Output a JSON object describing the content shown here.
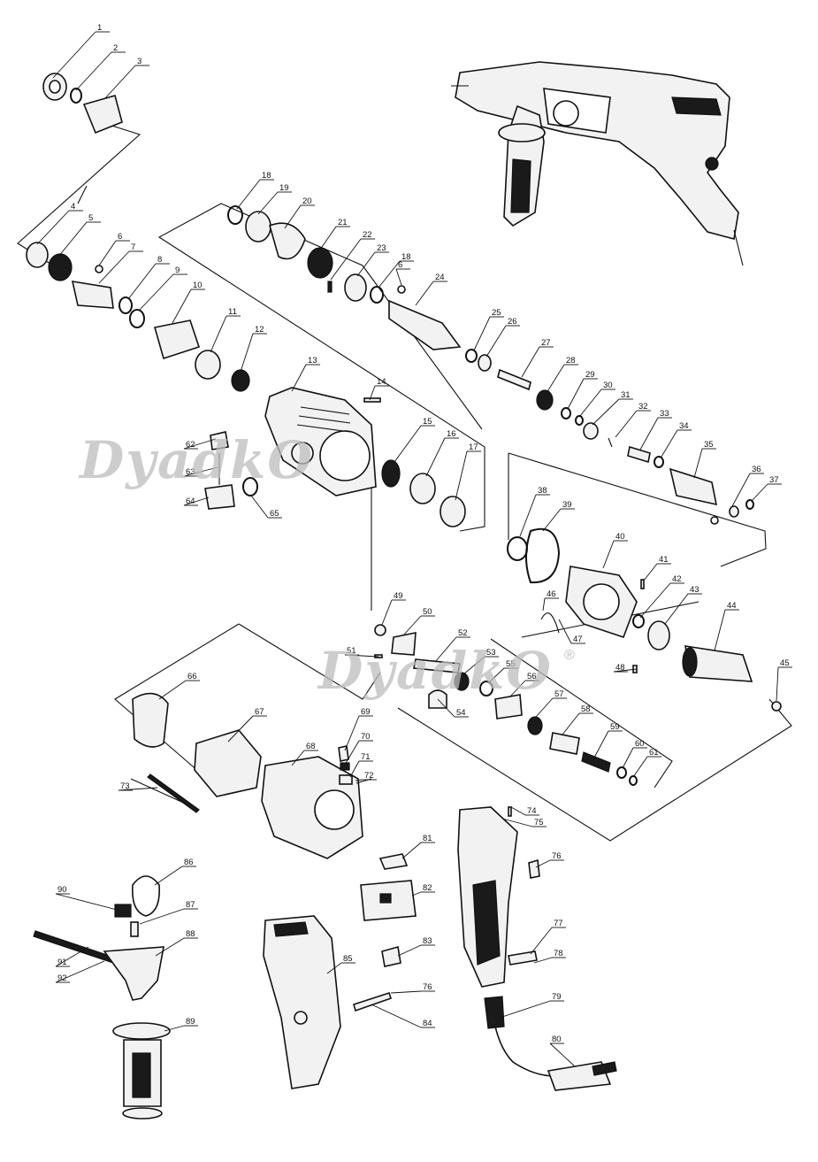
{
  "watermark": {
    "text": "DyadkO",
    "registered_mark": "®"
  },
  "part_numbers": [
    "1",
    "2",
    "3",
    "4",
    "5",
    "6",
    "7",
    "8",
    "9",
    "10",
    "11",
    "12",
    "13",
    "14",
    "15",
    "16",
    "17",
    "18",
    "19",
    "20",
    "21",
    "22",
    "23",
    "18",
    "6",
    "24",
    "25",
    "26",
    "27",
    "28",
    "29",
    "30",
    "31",
    "32",
    "33",
    "34",
    "35",
    "36",
    "37",
    "38",
    "39",
    "40",
    "41",
    "42",
    "43",
    "44",
    "45",
    "46",
    "47",
    "48",
    "49",
    "50",
    "51",
    "52",
    "53",
    "54",
    "55",
    "56",
    "57",
    "58",
    "59",
    "60",
    "61",
    "62",
    "63",
    "64",
    "65",
    "66",
    "67",
    "68",
    "69",
    "70",
    "71",
    "72",
    "73",
    "74",
    "75",
    "76",
    "77",
    "78",
    "79",
    "80",
    "81",
    "82",
    "83",
    "76",
    "84",
    "85",
    "86",
    "87",
    "88",
    "89",
    "90",
    "91",
    "92"
  ]
}
